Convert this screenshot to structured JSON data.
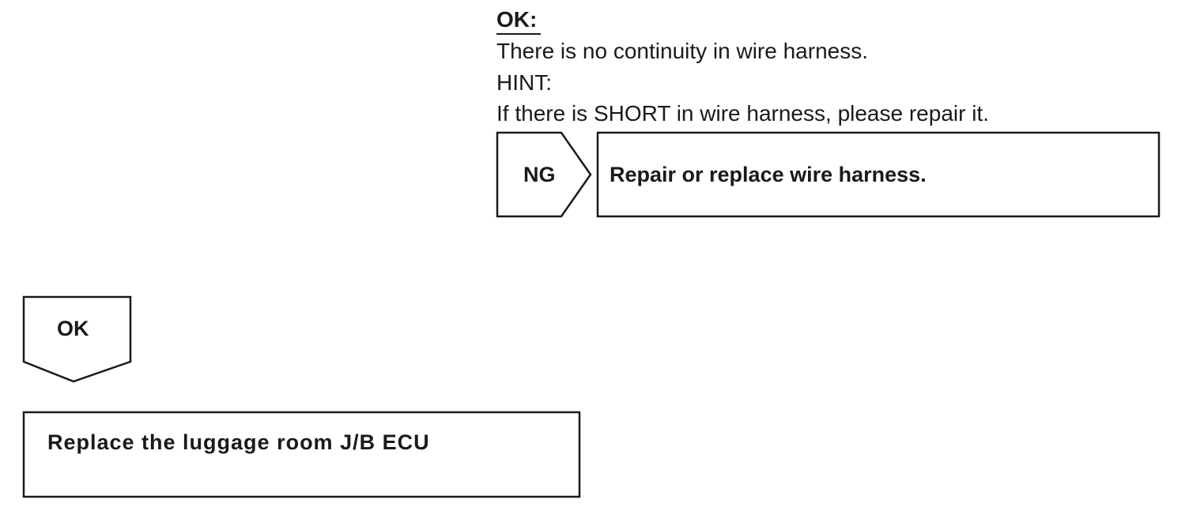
{
  "ok_condition": {
    "heading": "OK:",
    "text": "There is no continuity in wire harness."
  },
  "hint": {
    "label": "HINT:",
    "text": "If there is SHORT in wire harness, please repair it."
  },
  "ng_branch": {
    "tag": "NG",
    "action": "Repair or replace wire harness."
  },
  "ok_branch": {
    "tag": "OK",
    "action": "Replace the luggage room J/B ECU"
  }
}
